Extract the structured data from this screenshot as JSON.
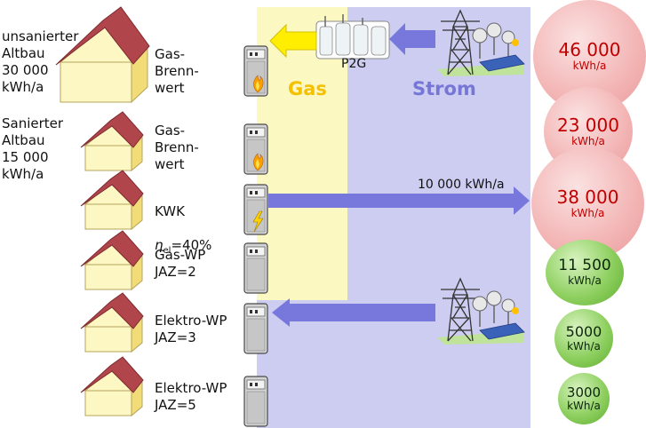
{
  "bands": {
    "gas_label": "Gas",
    "strom_label": "Strom"
  },
  "p2g_label": "P2G",
  "flow_label": "10 000 kWh/a",
  "buildings": [
    {
      "text": "unsanierter\nAltbau\n30 000\nkWh/a",
      "system": "Gas-\nBrenn-\nwert",
      "consumption": {
        "value": "46 000",
        "unit": "kWh/a"
      }
    },
    {
      "text": "Sanierter\nAltbau\n15 000\nkWh/a",
      "system": "Gas-\nBrenn-\nwert",
      "consumption": {
        "value": "23 000",
        "unit": "kWh/a"
      }
    },
    {
      "system": "KWK",
      "system_sub": "el",
      "system_eta": "η",
      "system_tail": "=40%",
      "consumption": {
        "value": "38 000",
        "unit": "kWh/a"
      }
    },
    {
      "system": "Gas-WP\nJAZ=2",
      "consumption": {
        "value": "11 500",
        "unit": "kWh/a"
      }
    },
    {
      "system": "Elektro-WP\nJAZ=3",
      "consumption": {
        "value": "5000",
        "unit": "kWh/a"
      }
    },
    {
      "system": "Elektro-WP\nJAZ=5",
      "consumption": {
        "value": "3000",
        "unit": "kWh/a"
      }
    }
  ],
  "colors": {
    "gas_band": "#fbf8c2",
    "strom_band": "#cdcdf2",
    "gas_text": "#f5c000",
    "strom_text": "#7676d6",
    "gas_arrow": "#ffee00",
    "strom_arrow": "#7878dc",
    "roof": "#b0454c",
    "wall": "#fdf7c4"
  }
}
